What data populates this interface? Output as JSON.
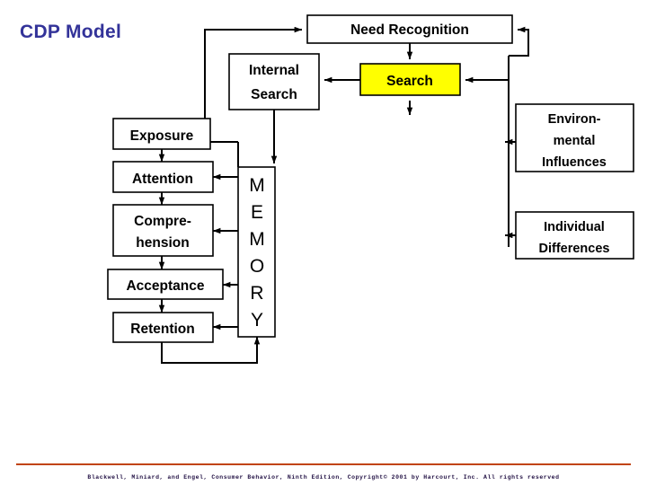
{
  "slide": {
    "title": "CDP Model",
    "title_color": "#333399",
    "background": "#ffffff",
    "footer_rule_color": "#c1440e",
    "footer": "Blackwell, Miniard, and Engel, Consumer Behavior, Ninth Edition, Copyright© 2001 by Harcourt, Inc. All rights reserved"
  },
  "diagram": {
    "type": "flowchart",
    "highlight_color": "#ffff00",
    "boxes": {
      "need_recognition": {
        "label": "Need Recognition",
        "fill": "#ffffff"
      },
      "internal_search": {
        "line1": "Internal",
        "line2": "Search",
        "fill": "#ffffff"
      },
      "search": {
        "label": "Search",
        "fill": "#ffff00"
      },
      "environmental_influences": {
        "line1": "Environ-",
        "line2": "mental",
        "line3": "Influences",
        "fill": "#ffffff"
      },
      "individual_differences": {
        "line1": "Individual",
        "line2": "Differences",
        "fill": "#ffffff"
      },
      "exposure": {
        "label": "Exposure",
        "fill": "#ffffff"
      },
      "attention": {
        "label": "Attention",
        "fill": "#ffffff"
      },
      "comprehension": {
        "line1": "Compre-",
        "line2": "hension",
        "fill": "#ffffff"
      },
      "acceptance": {
        "label": "Acceptance",
        "fill": "#ffffff"
      },
      "retention": {
        "label": "Retention",
        "fill": "#ffffff"
      },
      "memory": {
        "label": "MEMORY",
        "letters": [
          "M",
          "E",
          "M",
          "O",
          "R",
          "Y"
        ],
        "fill": "#ffffff"
      }
    },
    "connections": [
      {
        "from": "memory",
        "to": "need_recognition",
        "style": "elbow-left-up"
      },
      {
        "from": "need_recognition",
        "to": "search",
        "style": "straight-down"
      },
      {
        "from": "search",
        "to": "internal_search",
        "style": "straight-left"
      },
      {
        "from": "internal_search",
        "to": "memory",
        "style": "straight-down"
      },
      {
        "from": "search",
        "to": "below",
        "style": "straight-down-stub"
      },
      {
        "from": "environmental_influences",
        "to": "trunk",
        "style": "straight-left"
      },
      {
        "from": "individual_differences",
        "to": "trunk",
        "style": "straight-left"
      },
      {
        "from": "trunk",
        "to": "search",
        "style": "straight-left"
      },
      {
        "from": "trunk",
        "to": "need_recognition",
        "style": "elbow-up-left"
      },
      {
        "from": "exposure",
        "to": "attention",
        "style": "straight-down"
      },
      {
        "from": "attention",
        "to": "comprehension",
        "style": "straight-down"
      },
      {
        "from": "comprehension",
        "to": "acceptance",
        "style": "straight-down"
      },
      {
        "from": "acceptance",
        "to": "retention",
        "style": "straight-down"
      },
      {
        "from": "memory",
        "to": "attention",
        "style": "straight-left"
      },
      {
        "from": "memory",
        "to": "comprehension",
        "style": "straight-left"
      },
      {
        "from": "memory",
        "to": "acceptance",
        "style": "straight-left"
      },
      {
        "from": "memory",
        "to": "retention",
        "style": "straight-left"
      },
      {
        "from": "retention",
        "to": "memory",
        "style": "elbow-down-up"
      }
    ]
  }
}
